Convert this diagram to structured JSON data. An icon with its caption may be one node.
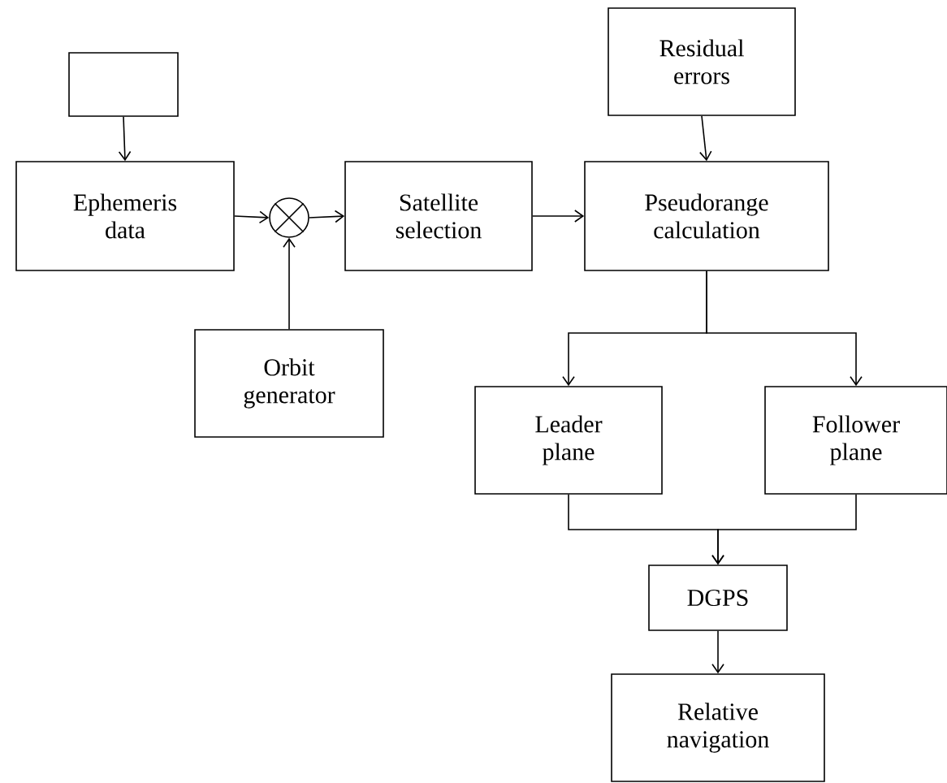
{
  "diagram": {
    "nodes": [
      {
        "text": [],
        "shape": "box"
      },
      {
        "text": [
          "Ephemeris data"
        ]
      },
      {
        "text": [],
        "shape": "circle"
      },
      {
        "text": [
          "Orbit generator"
        ]
      },
      {
        "text": [
          "Satellite selection"
        ]
      },
      {
        "text": [
          "Residual errors"
        ]
      },
      {
        "text": [
          "Pseudorange calculation"
        ]
      },
      {
        "text": [
          "Leader plane"
        ]
      },
      {
        "text": [
          "Follower plane"
        ]
      },
      {
        "text": [
          "DGPS"
        ]
      },
      {
        "text": [
          "Relative navigation"
        ]
      }
    ],
    "edges": [
      {
        "from": 0,
        "to": 1,
        "arrow": "to"
      },
      {
        "from": 1,
        "to": 2,
        "arrow": "to"
      },
      {
        "from": 3,
        "to": 2,
        "arrow": "to"
      },
      {
        "from": 2,
        "to": 4,
        "arrow": "to"
      },
      {
        "from": 4,
        "to": 6,
        "arrow": "to"
      },
      {
        "from": 5,
        "to": 6,
        "arrow": "to"
      },
      {
        "from": 6,
        "to": 7,
        "arrow": "to"
      },
      {
        "from": 6,
        "to": 8,
        "arrow": "to"
      },
      {
        "from": 7,
        "to": 9,
        "arrow": "to"
      },
      {
        "from": 8,
        "to": 9,
        "arrow": "to"
      },
      {
        "from": 9,
        "to": 10,
        "arrow": "to"
      }
    ]
  }
}
